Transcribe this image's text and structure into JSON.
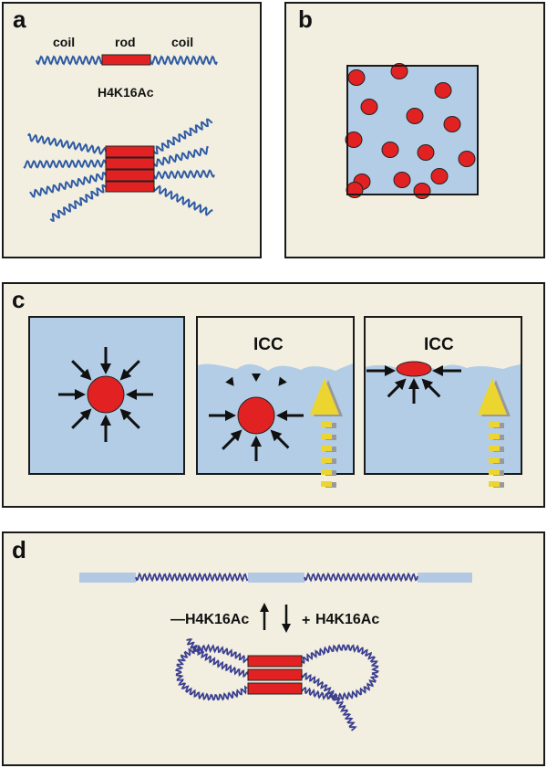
{
  "colors": {
    "panel_bg": "#f2efe0",
    "water": "#b3cde6",
    "rod_red": "#e22222",
    "coil_blue": "#2f5ba3",
    "coil_dark": "#3b3f90",
    "arrow_yellow": "#ecd52e",
    "spacer_bar": "#b3c8e3"
  },
  "panel_a": {
    "label": "a",
    "coil_left": "coil",
    "rod": "rod",
    "coil_right": "coil",
    "modification": "H4K16Ac"
  },
  "panel_b": {
    "label": "b"
  },
  "panel_c": {
    "label": "c",
    "middle_label": "ICC",
    "right_label": "ICC"
  },
  "panel_d": {
    "label": "d",
    "minus_sign": "—",
    "minus_label": "H4K16Ac",
    "plus_sign": "+",
    "plus_label": "H4K16Ac"
  }
}
